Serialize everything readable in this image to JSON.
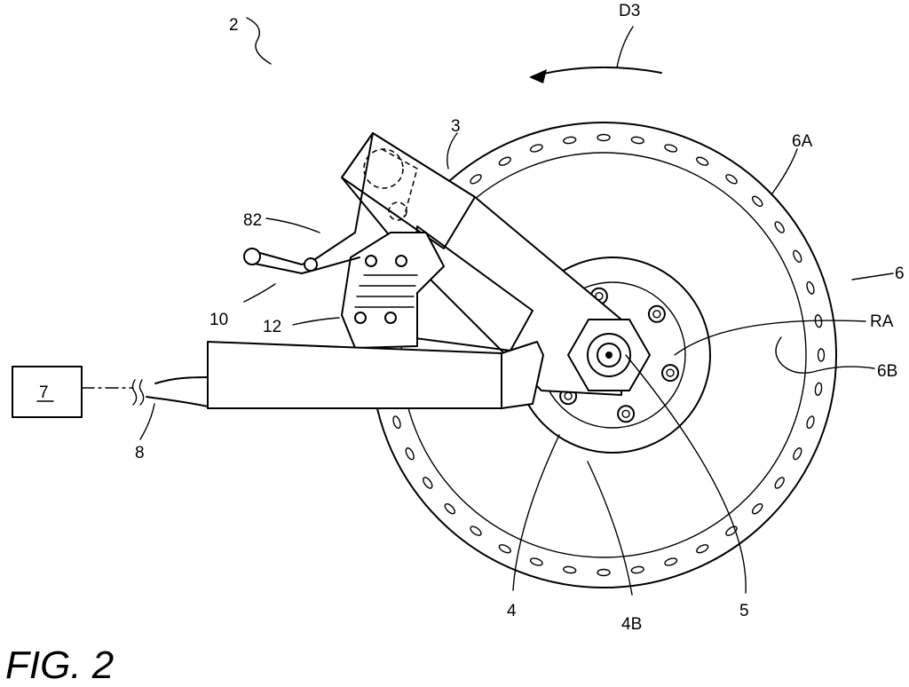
{
  "figure_title": "FIG. 2",
  "labels": {
    "l2": "2",
    "d3": "D3",
    "l3": "3",
    "l6a": "6A",
    "l6": "6",
    "l82": "82",
    "l10": "10",
    "l12": "12",
    "ra": "RA",
    "l6b": "6B",
    "l7": "7",
    "l8": "8",
    "l4": "4",
    "l4b": "4B",
    "l5": "5"
  }
}
